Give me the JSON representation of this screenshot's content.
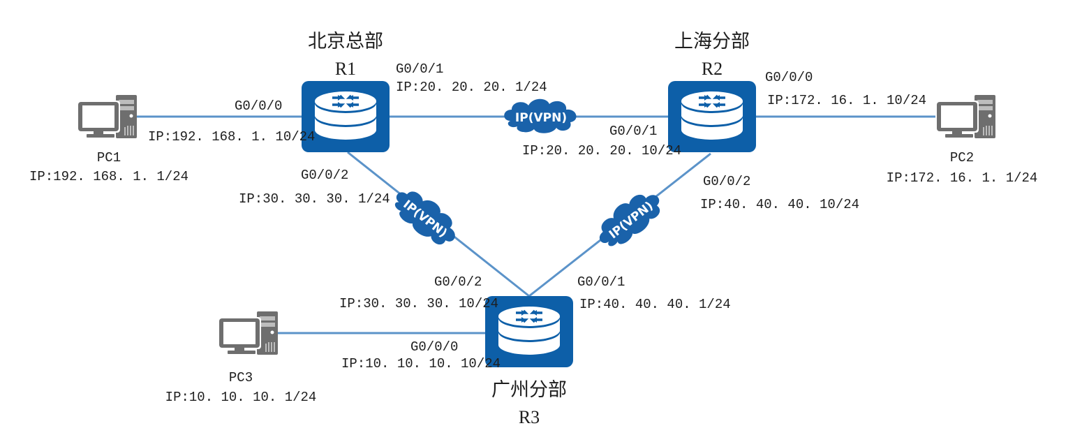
{
  "colors": {
    "router_fill": "#0d5fa8",
    "link": "#5b93c9",
    "cloud_fill": "#1a62aa",
    "pc_gray": "#6e6e6e"
  },
  "routers": [
    {
      "id": "R1",
      "name": "R1",
      "site": "北京总部"
    },
    {
      "id": "R2",
      "name": "R2",
      "site": "上海分部"
    },
    {
      "id": "R3",
      "name": "R3",
      "site": "广州分部"
    }
  ],
  "pcs": [
    {
      "id": "PC1",
      "name": "PC1",
      "ip": "IP:192. 168. 1. 1/24"
    },
    {
      "id": "PC2",
      "name": "PC2",
      "ip": "IP:172. 16. 1. 1/24"
    },
    {
      "id": "PC3",
      "name": "PC3",
      "ip": "IP:10. 10. 10. 1/24"
    }
  ],
  "clouds": [
    {
      "id": "cloud-r1-r2",
      "label": "IP(VPN)"
    },
    {
      "id": "cloud-r1-r3",
      "label": "IP(VPN)"
    },
    {
      "id": "cloud-r2-r3",
      "label": "IP(VPN)"
    }
  ],
  "interfaces": {
    "r1_g000": {
      "port": "G0/0/0",
      "ip": "IP:192. 168. 1. 10/24"
    },
    "r1_g001": {
      "port": "G0/0/1",
      "ip": "IP:20. 20. 20. 1/24"
    },
    "r1_g002": {
      "port": "G0/0/2",
      "ip": "IP:30. 30. 30. 1/24"
    },
    "r2_g000": {
      "port": "G0/0/0",
      "ip": "IP:172. 16. 1. 10/24"
    },
    "r2_g001": {
      "port": "G0/0/1",
      "ip": "IP:20. 20. 20. 10/24"
    },
    "r2_g002": {
      "port": "G0/0/2",
      "ip": "IP:40. 40. 40. 10/24"
    },
    "r3_g000": {
      "port": "G0/0/0",
      "ip": "IP:10. 10. 10. 10/24"
    },
    "r3_g001": {
      "port": "G0/0/1",
      "ip": "IP:40. 40. 40. 1/24"
    },
    "r3_g002": {
      "port": "G0/0/2",
      "ip": "IP:30. 30. 30. 10/24"
    }
  }
}
